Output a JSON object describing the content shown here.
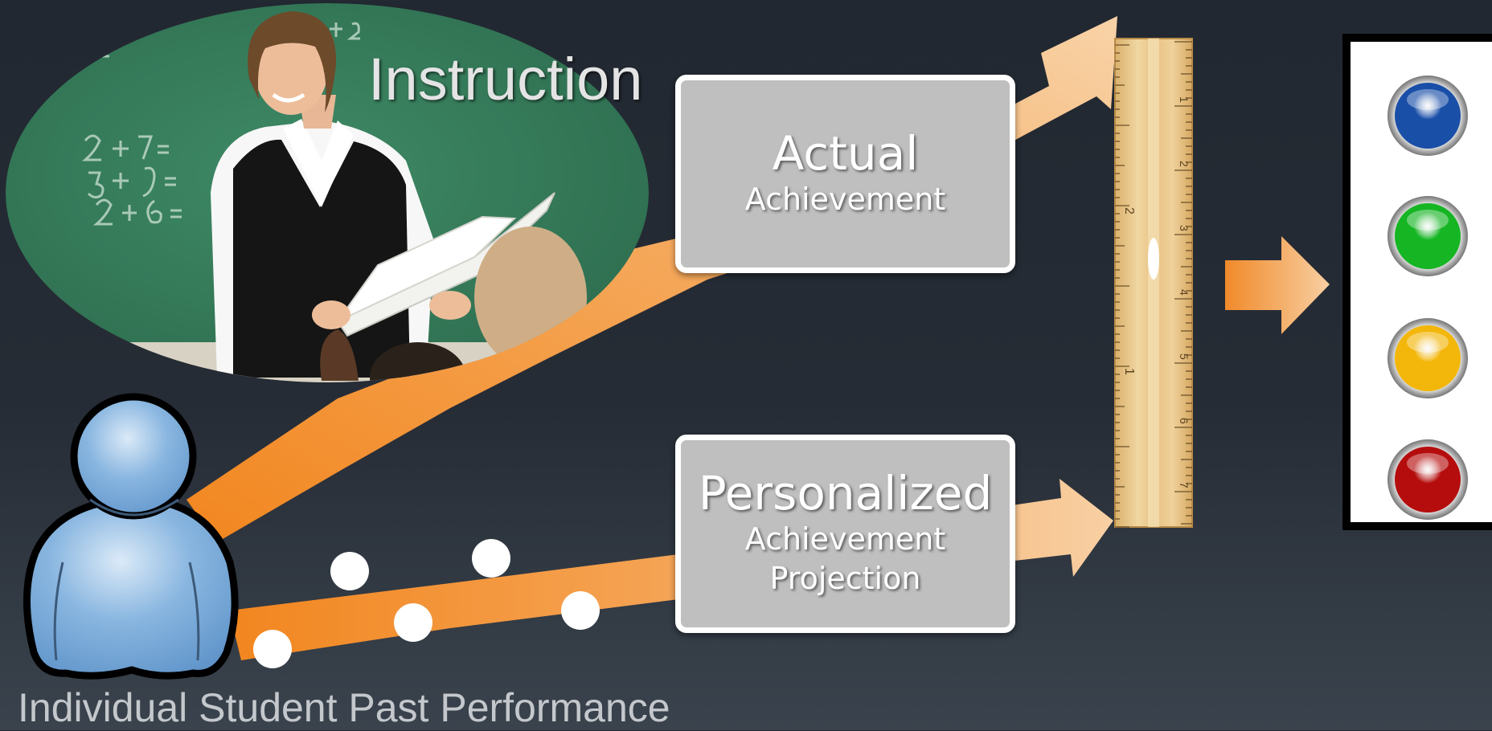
{
  "labels": {
    "instruction": "Instruction",
    "student": "Individual Student Past Performance"
  },
  "boxes": {
    "actual": {
      "title": "Actual",
      "subtitle": "Achievement"
    },
    "projection": {
      "title": "Personalized",
      "line1": "Achievement",
      "line2": "Projection"
    }
  },
  "ruler": {
    "inch_labels": [
      "1",
      "2",
      "3",
      "4",
      "5",
      "6",
      "7"
    ],
    "cm_labels": [
      "2",
      "1"
    ]
  },
  "indicators": [
    {
      "name": "blue",
      "color": "#1a4fa8"
    },
    {
      "name": "green",
      "color": "#16b524"
    },
    {
      "name": "yellow",
      "color": "#f3b60a"
    },
    {
      "name": "red",
      "color": "#b50d0d"
    }
  ],
  "colors": {
    "arrow": "#f28c28",
    "background": "#262c35",
    "box": "#bfbfbf"
  },
  "icons": {
    "student": "person-icon",
    "teacher": "teacher-photo",
    "measure": "ruler-icon"
  }
}
